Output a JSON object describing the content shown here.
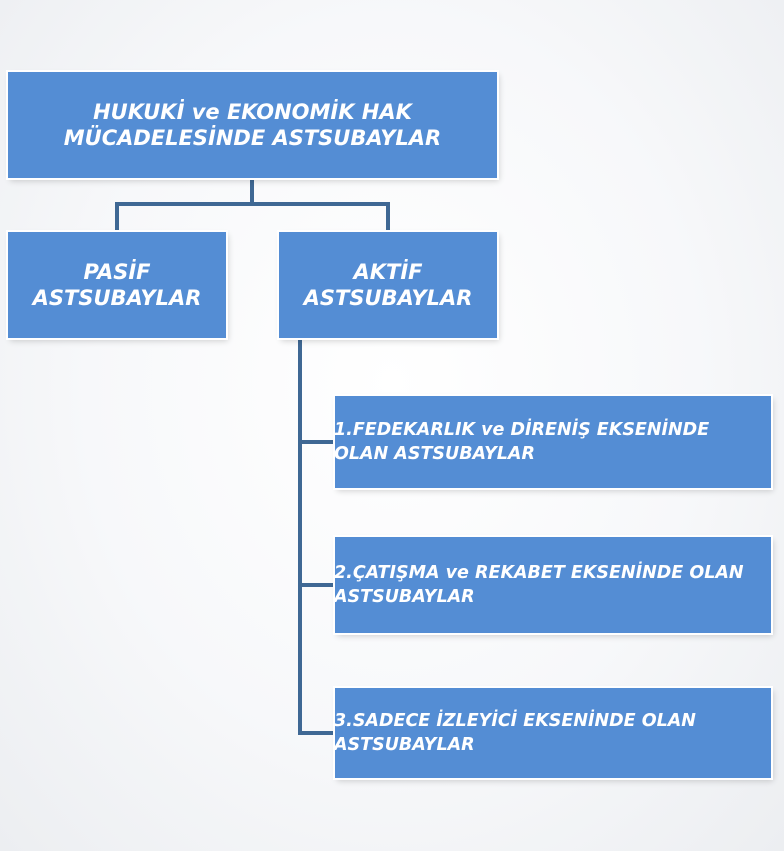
{
  "diagram": {
    "type": "org-chart",
    "colors": {
      "box_fill": "#548dd4",
      "box_text": "#ffffff",
      "connector": "#3f6894"
    },
    "root": {
      "label": "HUKUKİ ve EKONOMİK HAK\nMÜCADELESİNDE ASTSUBAYLAR"
    },
    "branches": [
      {
        "label": "PASİF\nASTSUBAYLAR"
      },
      {
        "label": "AKTİF\nASTSUBAYLAR"
      }
    ],
    "active_children": [
      {
        "label": "1.FEDEKARLIK ve DİRENİŞ EKSENİNDE\nOLAN ASTSUBAYLAR"
      },
      {
        "label": "2.ÇATIŞMA ve REKABET EKSENİNDE OLAN\nASTSUBAYLAR"
      },
      {
        "label": "3.SADECE İZLEYİCİ EKSENİNDE OLAN\nASTSUBAYLAR"
      }
    ]
  }
}
